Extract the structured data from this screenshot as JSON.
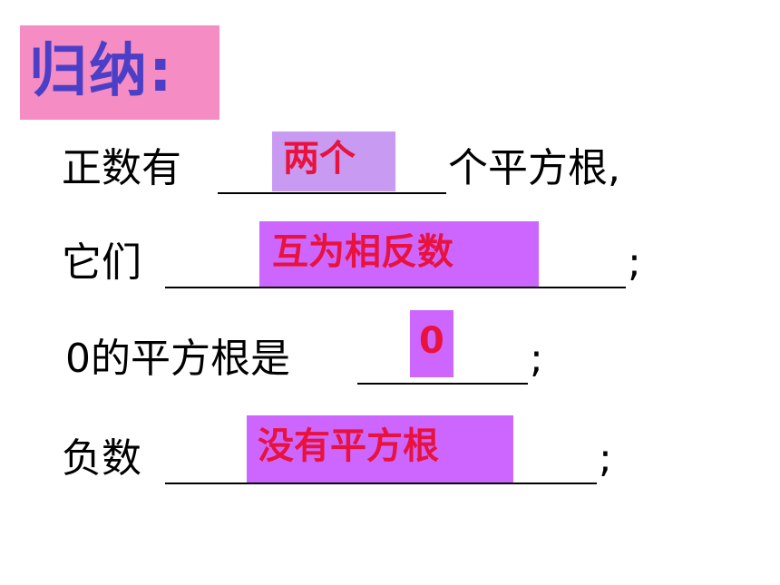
{
  "title": "归纳:",
  "colors": {
    "title_bg": "#f58cc4",
    "title_text": "#4b3fc7",
    "answer_text": "#e8123c",
    "answer_bg_light": "#c89af2",
    "answer_bg_dark": "#cc66ff"
  },
  "lines": [
    {
      "prefix": "正数有",
      "answer": "两个",
      "suffix": "个平方根,"
    },
    {
      "prefix": "它们",
      "answer": "互为相反数",
      "suffix": ";"
    },
    {
      "prefix": "0的平方根是",
      "answer": "0",
      "suffix": ";"
    },
    {
      "prefix": "负数",
      "answer": "没有平方根",
      "suffix": ";"
    }
  ]
}
